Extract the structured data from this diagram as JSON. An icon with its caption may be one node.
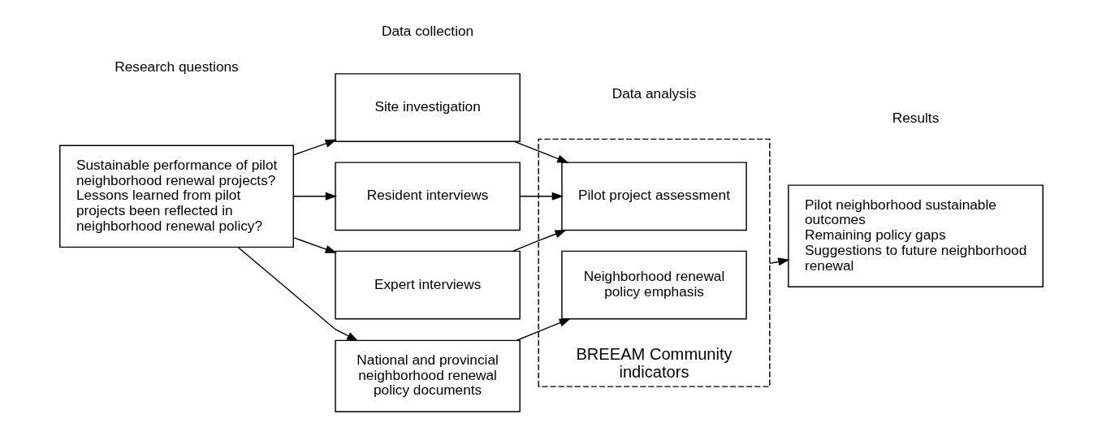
{
  "diagram": {
    "nodes": [
      {
        "text": [
          "Sustainable performance of pilot neighborhood renewal projects?",
          "Lessons learned from pilot projects been reflected in neighborhood renewal policy?"
        ]
      },
      {
        "text": [
          "Site investigation"
        ]
      },
      {
        "text": [
          "Resident interviews"
        ]
      },
      {
        "text": [
          "Expert interviews"
        ]
      },
      {
        "text": [
          "National and provincial neighborhood renewal policy documents"
        ]
      },
      {
        "text": [
          "BREEAM Community indicators"
        ]
      },
      {
        "text": [
          "Pilot project assessment"
        ],
        "in": 5
      },
      {
        "text": [
          "Neighborhood renewal policy emphasis"
        ],
        "in": 5
      },
      {
        "text": [
          "Pilot neighborhood sustainable outcomes",
          "Remaining policy gaps",
          "Suggestions to future neighborhood renewal"
        ]
      }
    ],
    "edges": [
      {
        "from": 0,
        "to": 1,
        "arrow": "to"
      },
      {
        "from": 0,
        "to": 2,
        "arrow": "to"
      },
      {
        "from": 0,
        "to": 3,
        "arrow": "to"
      },
      {
        "from": 0,
        "to": 4,
        "arrow": "to"
      },
      {
        "from": 1,
        "to": 6,
        "arrow": "to"
      },
      {
        "from": 2,
        "to": 6,
        "arrow": "to"
      },
      {
        "from": 3,
        "to": 6,
        "arrow": "to"
      },
      {
        "from": 4,
        "to": 7,
        "arrow": "to"
      },
      {
        "from": 5,
        "to": 8,
        "arrow": "to"
      }
    ],
    "labels": [
      "Research questions",
      "Data collection",
      "Data analysis",
      "Results"
    ]
  }
}
